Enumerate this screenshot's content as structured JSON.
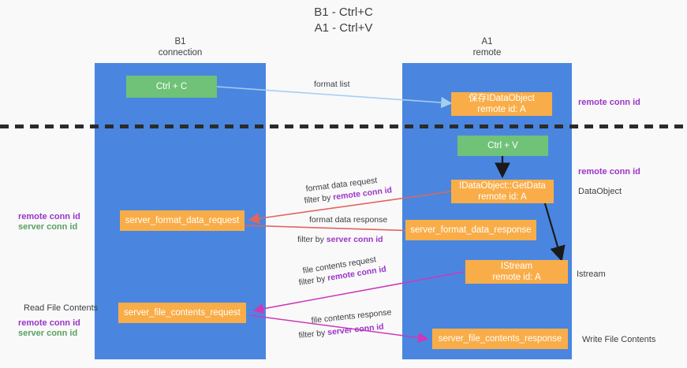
{
  "title": {
    "line1": "B1 - Ctrl+C",
    "line2": "A1 - Ctrl+V"
  },
  "columns": [
    {
      "name": "B1",
      "sub": "connection"
    },
    {
      "name": "A1",
      "sub": "remote"
    }
  ],
  "nodes": {
    "ctrl_c": "Ctrl + C",
    "ctrl_v": "Ctrl + V",
    "idataobject_remote": "保存IDataObject\nremote id: A",
    "idataobject_getdata": "IDataObject::GetData\nremote id: A",
    "istream": "IStream\nremote id: A",
    "server_format_data_request": "server_format_data_request",
    "server_format_data_response": "server_format_data_response",
    "server_file_contents_request": "server_file_contents_request",
    "server_file_contents_response": "server_file_contents_response"
  },
  "edge_labels": {
    "format_list": "format list",
    "format_data_request": "format data request",
    "format_data_request_filter_prefix": "filter by ",
    "format_data_request_filter_key": "remote conn id",
    "format_data_response": "format data response",
    "format_data_response_filter_prefix": "filter by ",
    "format_data_response_filter_key": "server conn id",
    "file_contents_request": "file contents request",
    "file_contents_request_filter_prefix": "filter by ",
    "file_contents_request_filter_key": "remote conn id",
    "file_contents_response": "file contents response",
    "file_contents_response_filter_prefix": "filter by ",
    "file_contents_response_filter_key": "server conn id"
  },
  "annotations": {
    "left_mid_remote": "remote conn id",
    "left_mid_server": "server conn id",
    "left_read_file_contents": "Read File Contents",
    "left_bottom_remote": "remote conn id",
    "left_bottom_server": "server conn id",
    "right_top_remote": "remote conn id",
    "right_mid_remote": "remote conn id",
    "right_dataobject": "DataObject",
    "right_istream": "Istream",
    "right_write_file_contents": "Write File Contents"
  },
  "colors": {
    "lane": "#4a86df",
    "node_green": "#6fc278",
    "node_orange": "#f9ad48",
    "divider": "#2b2b2b",
    "edge_blue": "#a5cdf0",
    "edge_red": "#e2645e",
    "edge_magenta": "#cc39b8",
    "edge_black": "#1a1a1a",
    "key_purple": "#9b34c6",
    "key_green": "#5aa05f",
    "background": "#f9f9fa"
  }
}
